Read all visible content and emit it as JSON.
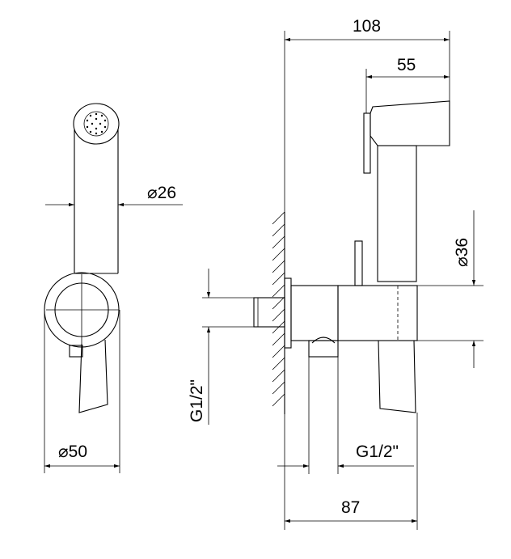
{
  "dimensions": {
    "front_width": "108",
    "front_head": "55",
    "hose_diameter": "⌀36",
    "wall_thread": "G1/2\"",
    "outlet_thread": "G1/2\"",
    "depth": "87",
    "handle_diameter": "⌀26",
    "holder_diameter": "⌀50"
  },
  "colors": {
    "line": "#000000",
    "background": "#ffffff"
  }
}
